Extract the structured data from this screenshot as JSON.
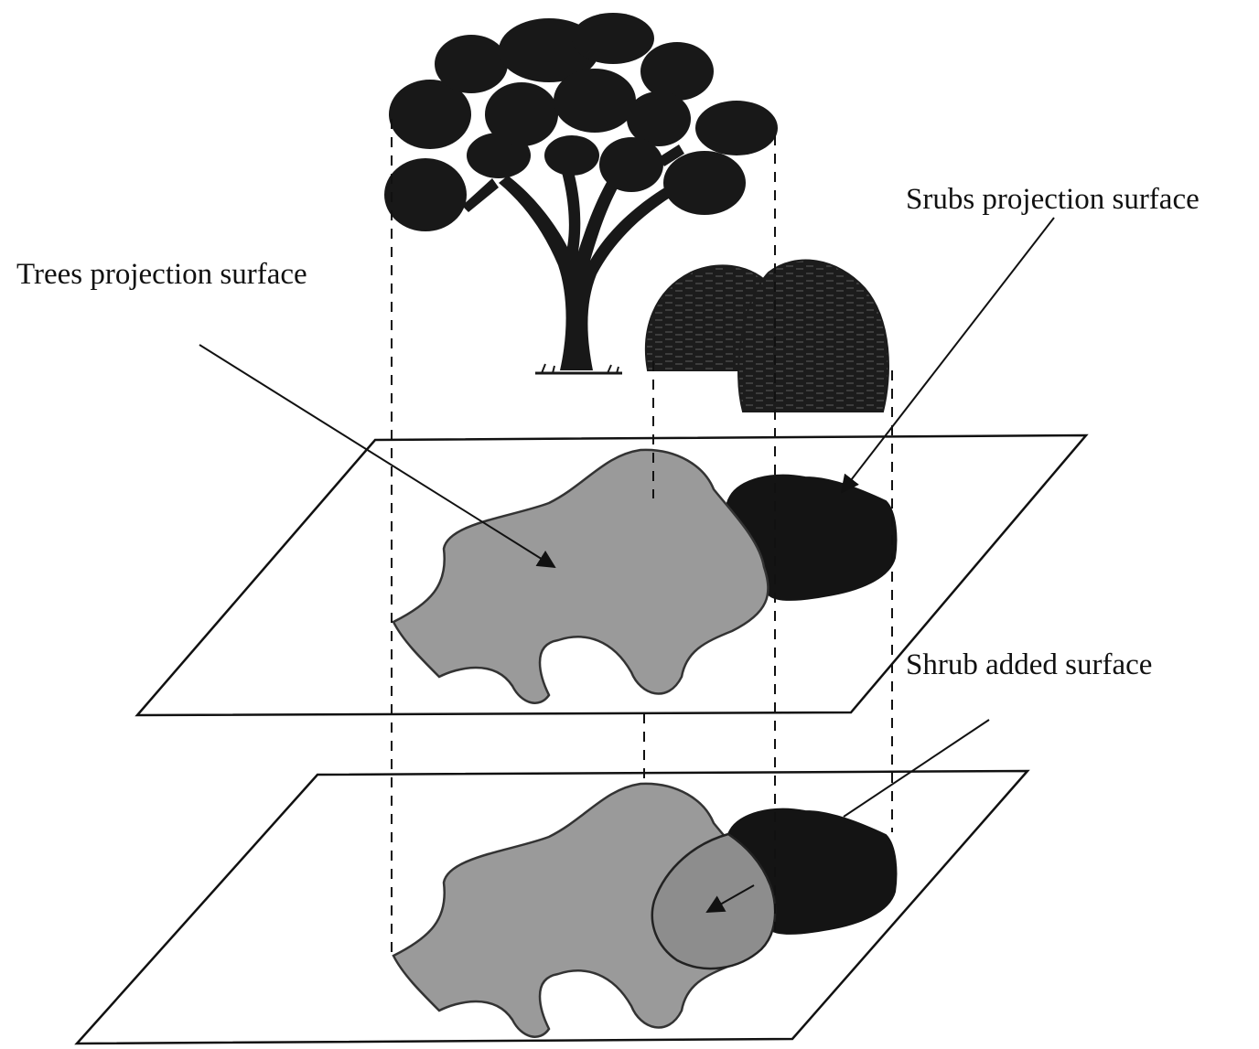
{
  "labels": {
    "shrubs_projection": "Srubs projection surface",
    "trees_projection": "Trees projection surface",
    "shrub_added": "Shrub added surface"
  },
  "colors": {
    "tree_projection_fill": "#9a9a9a",
    "shrub_projection_fill": "#141414",
    "overlap_fill": "#8d8d8d",
    "silhouette": "#181818",
    "line": "#111111",
    "background": "#ffffff"
  },
  "icons": {
    "tree": "tree-silhouette",
    "shrubs": "shrub-silhouette"
  }
}
